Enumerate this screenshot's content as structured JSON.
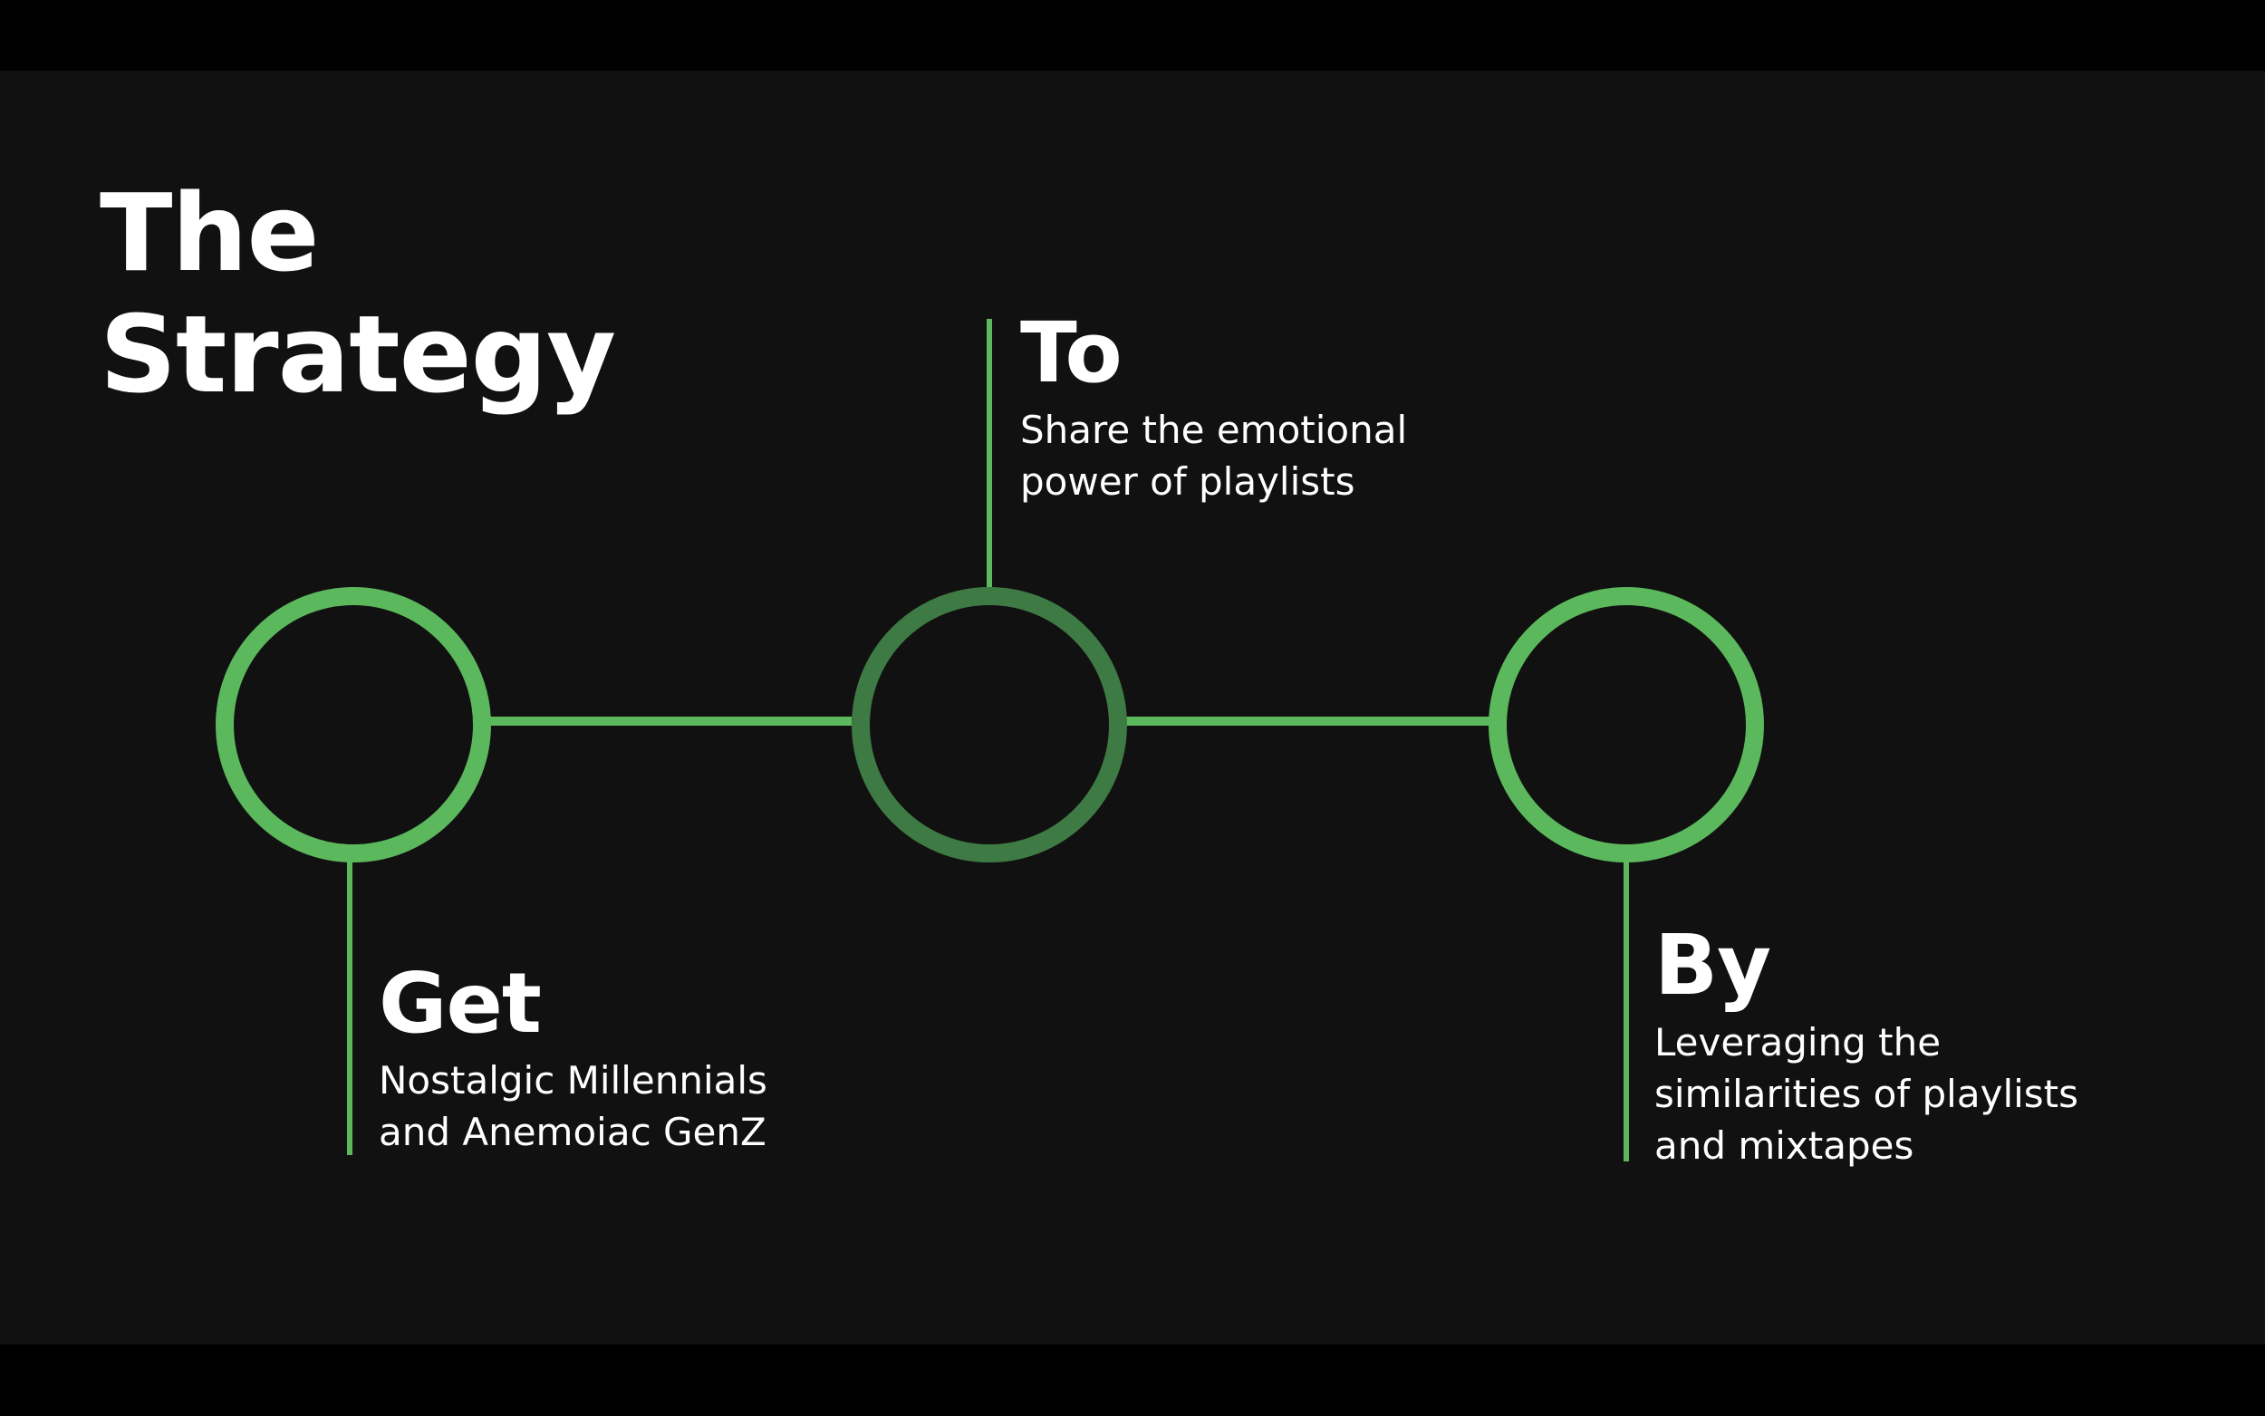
{
  "slide": {
    "title_line1": "The",
    "title_line2": "Strategy"
  },
  "colors": {
    "background": "#111111",
    "letterbox": "#000000",
    "accent": "#5cb85c",
    "accent_dark": "#3e7a43",
    "text": "#ffffff"
  },
  "steps": [
    {
      "heading": "Get",
      "description": "Nostalgic Millennials\nand Anemoiac GenZ"
    },
    {
      "heading": "To",
      "description": "Share the emotional\npower of playlists"
    },
    {
      "heading": "By",
      "description": "Leveraging the\nsimilarities of playlists\nand mixtapes"
    }
  ]
}
